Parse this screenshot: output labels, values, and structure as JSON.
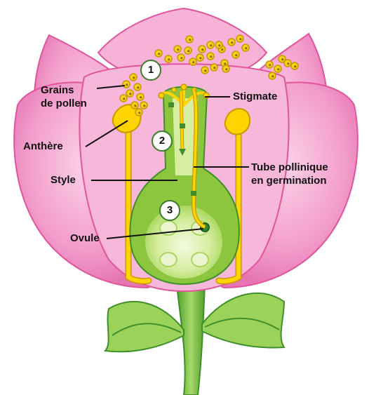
{
  "labels": {
    "grains_line1": "Grains",
    "grains_line2": "de pollen",
    "anthere": "Anthère",
    "style": "Style",
    "ovule": "Ovule",
    "stigmate": "Stigmate",
    "tube_line1": "Tube pollinique",
    "tube_line2": "en germination"
  },
  "steps": [
    "1",
    "2",
    "3"
  ],
  "colors": {
    "petal": "#f29ccb",
    "petal_dark": "#e0559c",
    "petal_light": "#fbd3e8",
    "pistil": "#8cc63f",
    "pistil_dark": "#3f8f2a",
    "pistil_light": "#d7eea2",
    "stamen": "#ffd400",
    "stamen_dark": "#c99700",
    "pollen": "#f2d21b",
    "stem": "#6cbf3a",
    "leader": "#111111"
  }
}
